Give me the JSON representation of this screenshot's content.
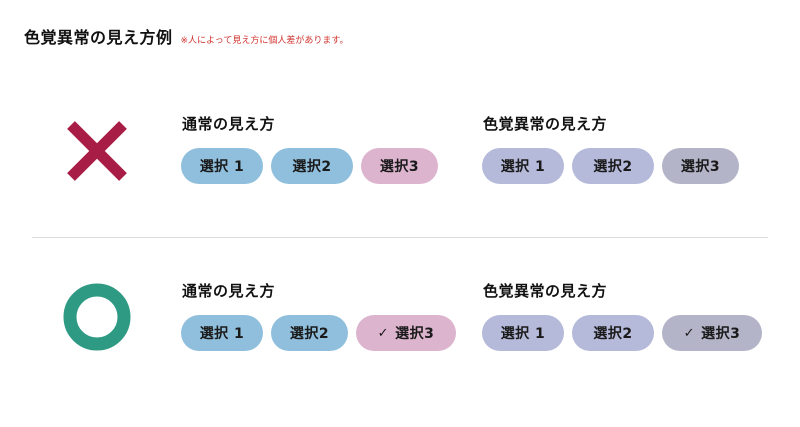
{
  "page": {
    "title": "色覚異常の見え方例",
    "note": "※人によって見え方に個人差があります。"
  },
  "examples": [
    {
      "verdict_icon": "cross-icon",
      "normal": {
        "title": "通常の見え方",
        "buttons": [
          {
            "label": "選択 1",
            "checked": false,
            "color": "#8fbfdc"
          },
          {
            "label": "選択2",
            "checked": false,
            "color": "#8fbfdc"
          },
          {
            "label": "選択3",
            "checked": false,
            "color": "#ddb4ce"
          }
        ]
      },
      "colorblind": {
        "title": "色覚異常の見え方",
        "buttons": [
          {
            "label": "選択 1",
            "checked": false,
            "color": "#b5b9da"
          },
          {
            "label": "選択2",
            "checked": false,
            "color": "#b5b9da"
          },
          {
            "label": "選択3",
            "checked": false,
            "color": "#b3b4c8"
          }
        ]
      }
    },
    {
      "verdict_icon": "circle-icon",
      "normal": {
        "title": "通常の見え方",
        "buttons": [
          {
            "label": "選択 1",
            "checked": false,
            "color": "#8fbfdc"
          },
          {
            "label": "選択2",
            "checked": false,
            "color": "#8fbfdc"
          },
          {
            "label": "選択3",
            "checked": true,
            "check_icon": "checkmark-icon",
            "color": "#ddb4ce"
          }
        ]
      },
      "colorblind": {
        "title": "色覚異常の見え方",
        "buttons": [
          {
            "label": "選択 1",
            "checked": false,
            "color": "#b5b9da"
          },
          {
            "label": "選択2",
            "checked": false,
            "color": "#b5b9da"
          },
          {
            "label": "選択3",
            "checked": true,
            "check_icon": "checkmark-icon",
            "color": "#b3b4c8"
          }
        ]
      }
    }
  ],
  "colors": {
    "cross": "#a81d45",
    "circle": "#2f9a84",
    "note_text": "#d0332f"
  }
}
